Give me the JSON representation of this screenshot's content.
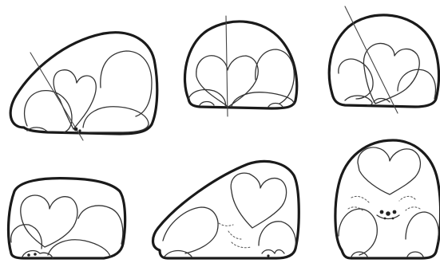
{
  "figure": {
    "background_color": "#ffffff",
    "line_color": "#1a1a1a",
    "panels": [
      {
        "id": "p1",
        "row": 1,
        "col": 1,
        "contains": [
          "outline",
          "heart",
          "round-form-left",
          "round-form-right",
          "round-form-top-right",
          "axis-line",
          "paws"
        ]
      },
      {
        "id": "p2",
        "row": 1,
        "col": 2,
        "contains": [
          "outline",
          "heart",
          "round-form-left",
          "round-form-right",
          "round-form-top-right",
          "axis-line",
          "paws"
        ]
      },
      {
        "id": "p3",
        "row": 1,
        "col": 3,
        "contains": [
          "outline",
          "heart",
          "round-form-left",
          "round-form-right",
          "axis-line",
          "paws"
        ]
      },
      {
        "id": "p4",
        "row": 2,
        "col": 1,
        "contains": [
          "outline",
          "heart",
          "round-form-left",
          "round-form-right",
          "paws"
        ]
      },
      {
        "id": "p5",
        "row": 2,
        "col": 2,
        "contains": [
          "outline",
          "heart",
          "round-form-left",
          "round-form-right",
          "fur-strokes",
          "paws"
        ]
      },
      {
        "id": "p6",
        "row": 2,
        "col": 3,
        "contains": [
          "outline",
          "heart",
          "round-form-left",
          "round-form-right",
          "face-marks",
          "fur-strokes",
          "paws"
        ]
      }
    ]
  }
}
